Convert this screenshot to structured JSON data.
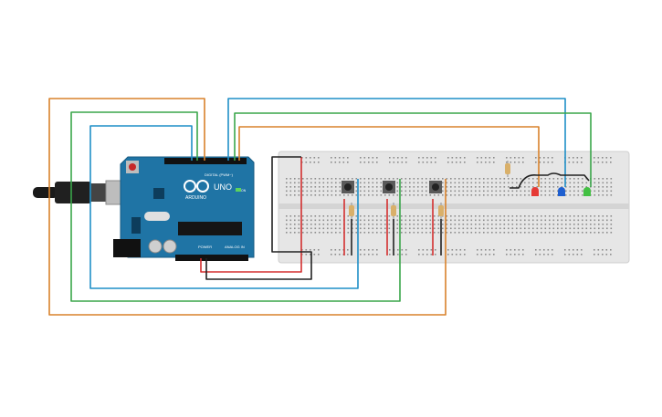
{
  "canvas": {
    "background": "#ffffff"
  },
  "arduino": {
    "brand_label": "ARDUINO",
    "model_label": "UNO",
    "digital_header_label": "DIGITAL (PWM~)",
    "power_label": "POWER",
    "analog_label": "ANALOG IN",
    "on_label": "ON",
    "board_color": "#1f74a5"
  },
  "breadboard": {
    "body_color": "#e6e6e6"
  },
  "wire_colors": {
    "orange": "#d9822b",
    "green": "#3aa64a",
    "blue": "#1f8fc7",
    "red": "#d32f2f",
    "black": "#222222"
  },
  "leds": [
    {
      "color_name": "red",
      "hex": "#e53935"
    },
    {
      "color_name": "blue",
      "hex": "#1e5fd0"
    },
    {
      "color_name": "green",
      "hex": "#43c043"
    }
  ],
  "buttons_count": 3,
  "resistors_count": 4
}
